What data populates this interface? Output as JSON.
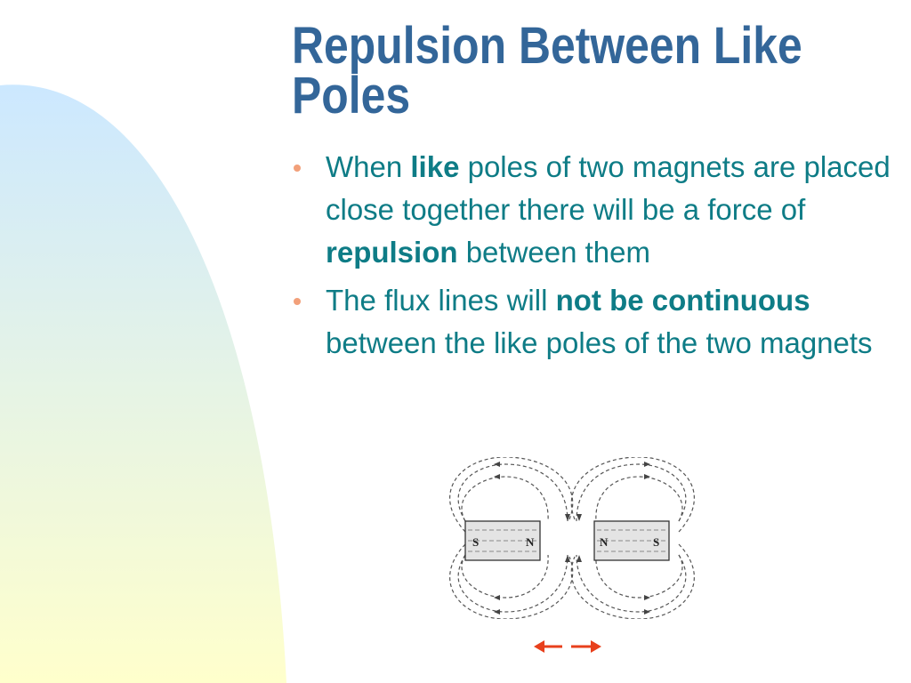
{
  "slide": {
    "title": "Repulsion Between Like Poles",
    "bullets": [
      {
        "parts": [
          {
            "text": "When ",
            "bold": false
          },
          {
            "text": "like",
            "bold": true
          },
          {
            "text": " poles of two magnets are placed close together there will be a force of ",
            "bold": false
          },
          {
            "text": "repulsion",
            "bold": true
          },
          {
            "text": " between them",
            "bold": false
          }
        ]
      },
      {
        "parts": [
          {
            "text": "The flux lines will ",
            "bold": false
          },
          {
            "text": "not be continuous",
            "bold": true
          },
          {
            "text": " between the like poles of the two magnets",
            "bold": false
          }
        ]
      }
    ]
  },
  "diagram": {
    "left_magnet": {
      "left_pole": "S",
      "right_pole": "N"
    },
    "right_magnet": {
      "left_pole": "N",
      "right_pole": "S"
    },
    "arrow_icon": "left-right-repel-arrows-icon"
  },
  "colors": {
    "title": "#336699",
    "body_text": "#0e7c86",
    "bullet": "#f2a07a",
    "background_gradient_top": "#cce8ff",
    "background_gradient_bottom": "#ffffcc",
    "repel_arrows": "#e8401c"
  }
}
